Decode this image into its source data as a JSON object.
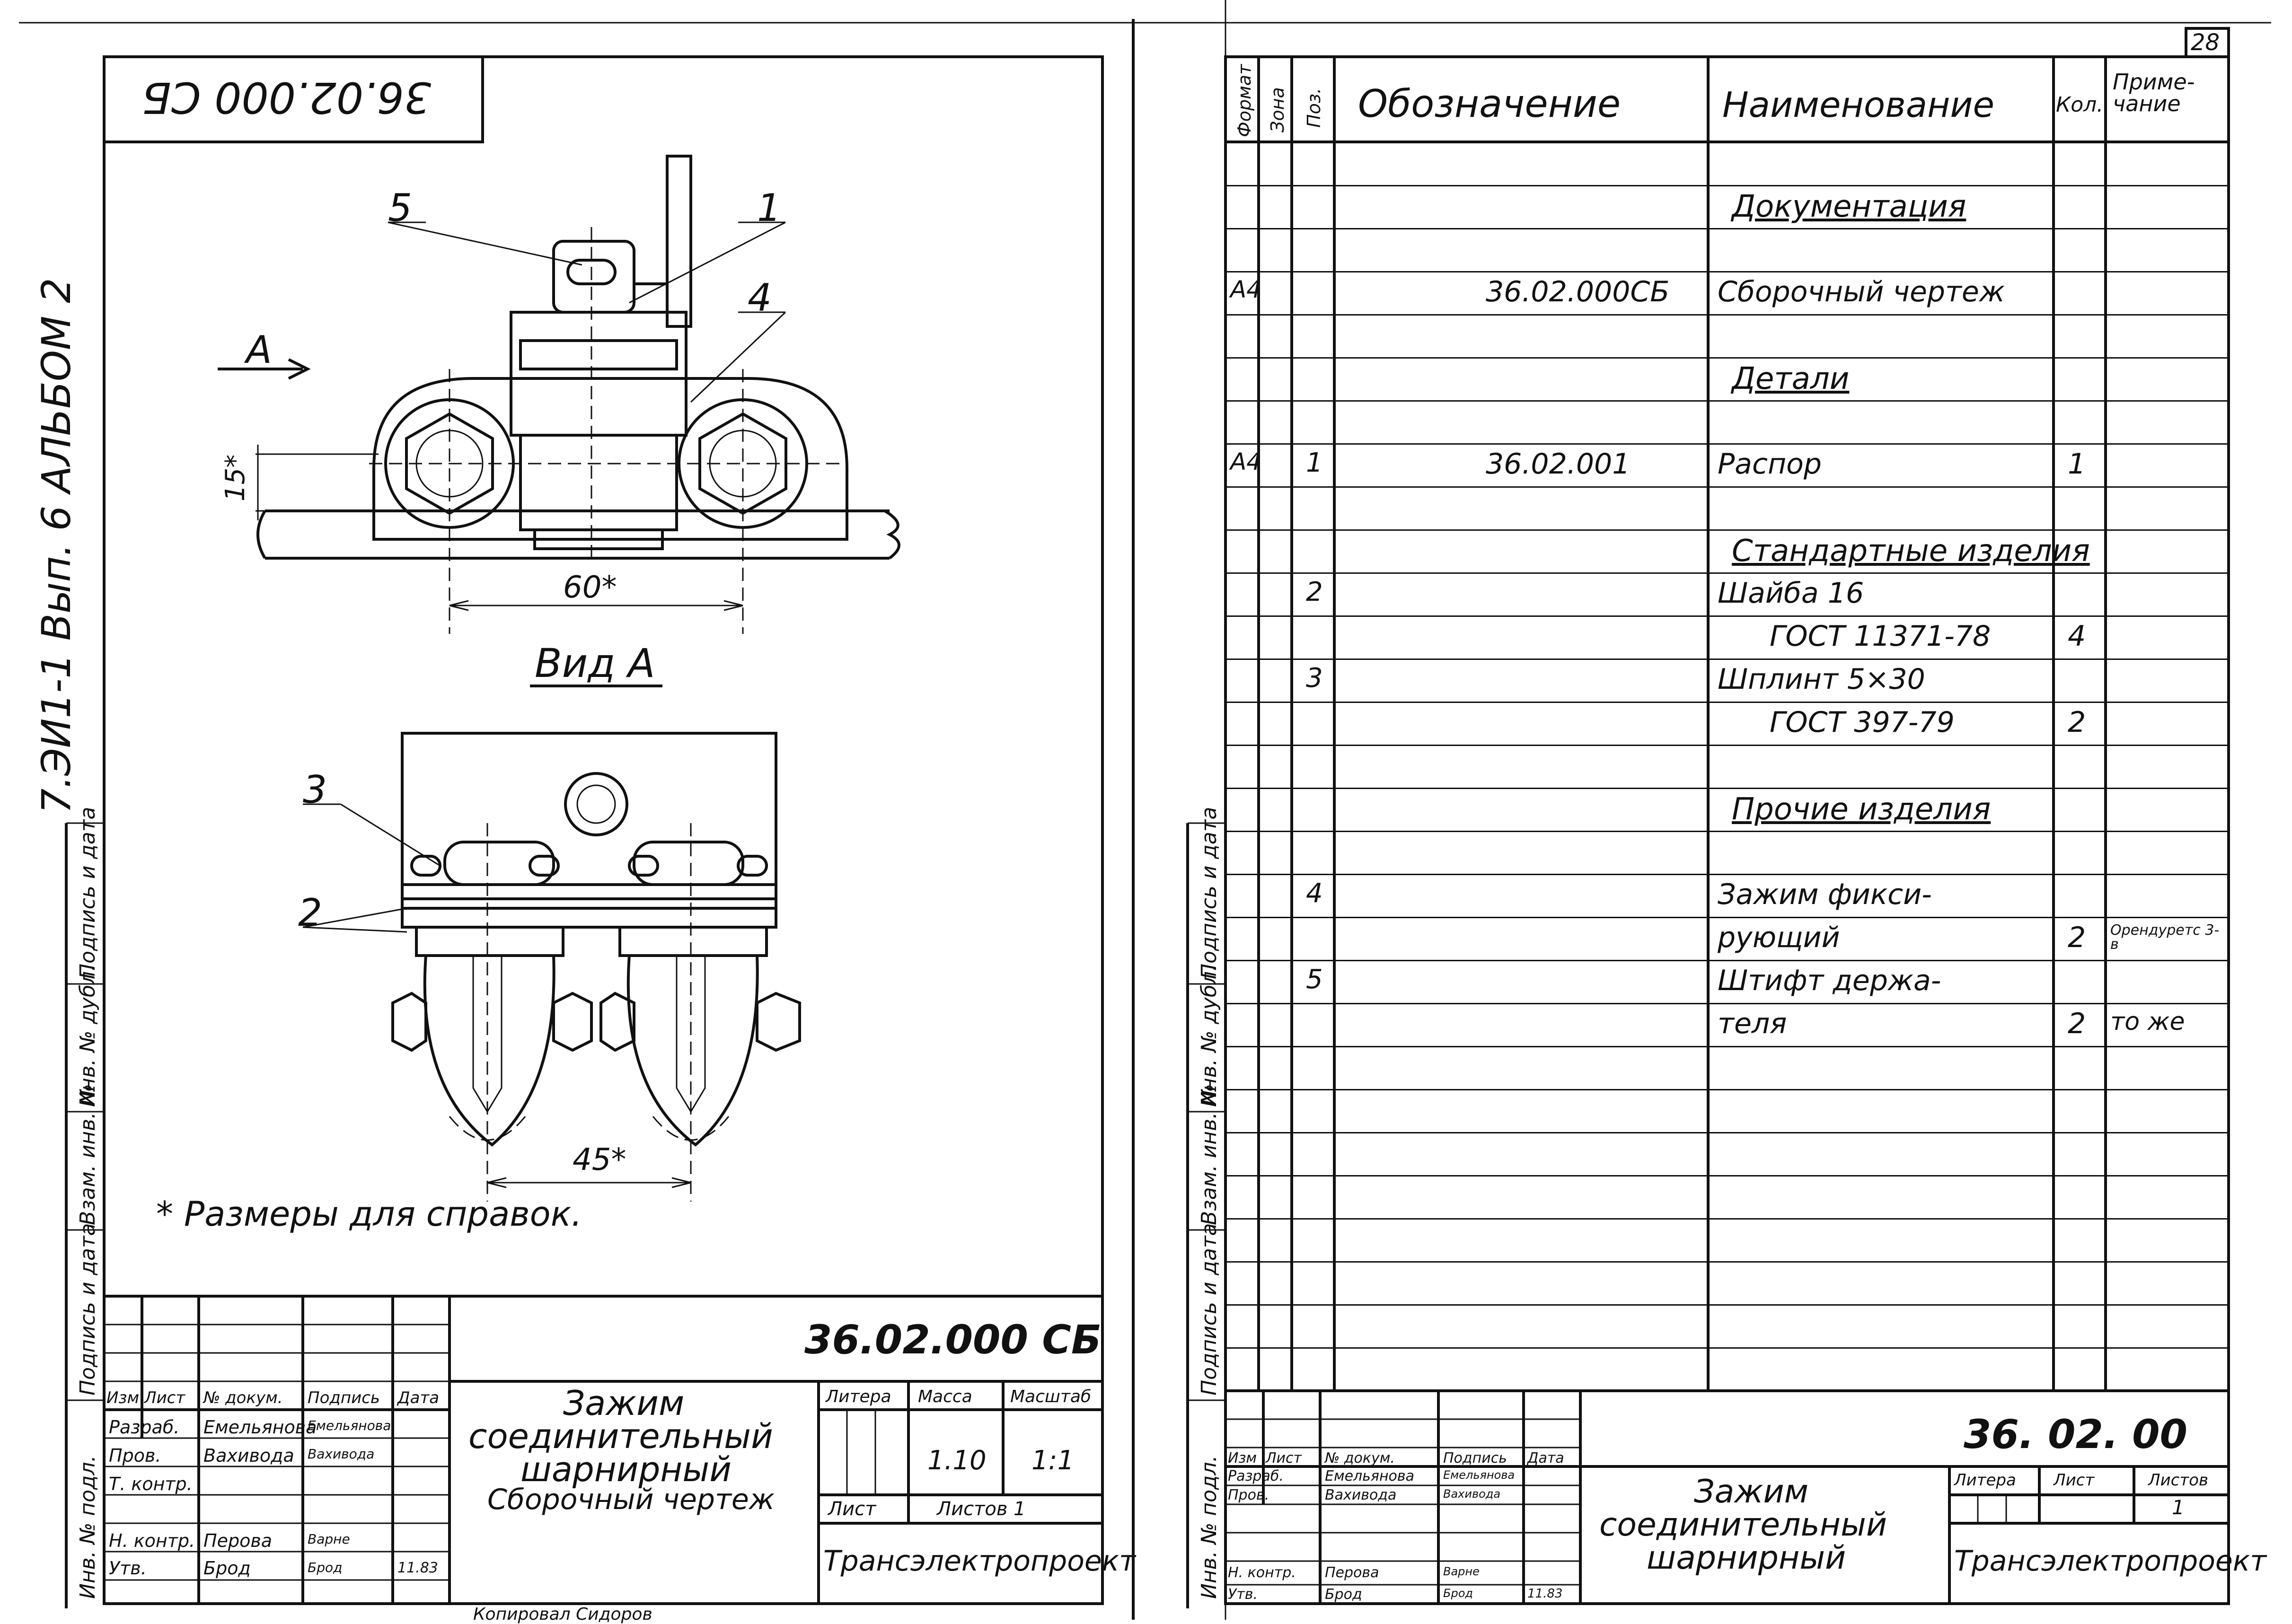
{
  "page_number": "28",
  "left_sheet": {
    "rotated_code": "36.02.000 СБ",
    "album_label": "7.ЭИ1-1 Вып. 6  АЛЬБОМ 2",
    "callouts": [
      "5",
      "1",
      "4",
      "3",
      "2"
    ],
    "view_arrow_label": "А",
    "dim_15": "15*",
    "dim_60": "60*",
    "view_title": "Вид А",
    "dim_45": "45*",
    "footnote": "* Размеры для справок.",
    "side_labels": [
      "Подпись и дата",
      "Инв. № дубл.",
      "Взам. инв. №",
      "Подпись и дата",
      "Инв. № подл."
    ],
    "title_block": {
      "designation": "36.02.000 СБ",
      "header_cols": [
        "Изм",
        "Лист",
        "№ докум.",
        "Подпись",
        "Дата"
      ],
      "rows": [
        {
          "role": "Разраб.",
          "name": "Емельянова",
          "sign": "Емельянова"
        },
        {
          "role": "Пров.",
          "name": "Вахивода",
          "sign": "Вахивода"
        },
        {
          "role": "Т. контр.",
          "name": "",
          "sign": ""
        },
        {
          "role": "",
          "name": "",
          "sign": ""
        },
        {
          "role": "Н. контр.",
          "name": "Перова",
          "sign": "Варне"
        },
        {
          "role": "Утв.",
          "name": "Брод",
          "sign": "Брод",
          "date": "11.83"
        }
      ],
      "title_lines": [
        "Зажим",
        "соединительный",
        "шарнирный",
        "Сборочный   чертеж"
      ],
      "litera_label": "Литера",
      "mass_label": "Масса",
      "scale_label": "Масштаб",
      "mass": "1.10",
      "scale": "1:1",
      "sheet_label": "Лист",
      "sheets_label": "Листов 1",
      "org": "Трансэлектропроект",
      "bottom_text": "Копировал  Сидоров"
    }
  },
  "right_sheet": {
    "header": {
      "format": "Формат",
      "zone": "Зона",
      "pos": "Поз.",
      "designation": "Обозначение",
      "name": "Наименование",
      "qty": "Кол.",
      "note": "Приме-чание"
    },
    "rows": [
      {
        "format": "",
        "pos": "",
        "designation": "",
        "name": "Документация",
        "qty": "",
        "note": "",
        "section": true
      },
      {
        "format": "А4",
        "pos": "",
        "designation": "36.02.000СБ",
        "name": "Сборочный чертеж",
        "qty": "",
        "note": ""
      },
      {
        "format": "",
        "pos": "",
        "designation": "",
        "name": "Детали",
        "qty": "",
        "note": "",
        "section": true
      },
      {
        "format": "А4",
        "pos": "1",
        "designation": "36.02.001",
        "name": "Распор",
        "qty": "1",
        "note": ""
      },
      {
        "format": "",
        "pos": "",
        "designation": "",
        "name": "Стандартные изделия",
        "qty": "",
        "note": "",
        "section": true
      },
      {
        "format": "",
        "pos": "2",
        "designation": "",
        "name": "Шайба  16",
        "qty": "",
        "note": ""
      },
      {
        "format": "",
        "pos": "",
        "designation": "",
        "name": "ГОСТ 11371-78",
        "qty": "4",
        "note": ""
      },
      {
        "format": "",
        "pos": "3",
        "designation": "",
        "name": "Шплинт  5×30",
        "qty": "",
        "note": ""
      },
      {
        "format": "",
        "pos": "",
        "designation": "",
        "name": "ГОСТ 397-79",
        "qty": "2",
        "note": ""
      },
      {
        "format": "",
        "pos": "",
        "designation": "",
        "name": "Прочие  изделия",
        "qty": "",
        "note": "",
        "section": true
      },
      {
        "format": "",
        "pos": "4",
        "designation": "",
        "name": "Зажим  фикси-",
        "qty": "",
        "note": ""
      },
      {
        "format": "",
        "pos": "",
        "designation": "",
        "name": "рующий",
        "qty": "2",
        "note": "Орендуретс 3-в"
      },
      {
        "format": "",
        "pos": "5",
        "designation": "",
        "name": "Штифт  держа-",
        "qty": "",
        "note": ""
      },
      {
        "format": "",
        "pos": "",
        "designation": "",
        "name": "теля",
        "qty": "2",
        "note": "то же"
      }
    ],
    "side_labels": [
      "Подпись и дата",
      "Инв. № дубл.",
      "Взам. инв. №",
      "Подпись и дата",
      "Инв. № подл."
    ],
    "title_block": {
      "designation": "36. 02. 00",
      "header_cols": [
        "Изм",
        "Лист",
        "№ докум.",
        "Подпись",
        "Дата"
      ],
      "rows": [
        {
          "role": "Разраб.",
          "name": "Емельянова",
          "sign": "Емельянова"
        },
        {
          "role": "Пров.",
          "name": "Вахивода",
          "sign": "Вахивода"
        },
        {
          "role": "Н. контр.",
          "name": "Перова",
          "sign": "Варне"
        },
        {
          "role": "Утв.",
          "name": "Брод",
          "sign": "Брод",
          "date": "11.83"
        }
      ],
      "title_lines": [
        "Зажим",
        "соединительный",
        "шарнирный"
      ],
      "litera_label": "Литера",
      "sheet_label": "Лист",
      "sheets_label": "Листов",
      "sheets": "1",
      "org": "Трансэлектропроект"
    }
  }
}
